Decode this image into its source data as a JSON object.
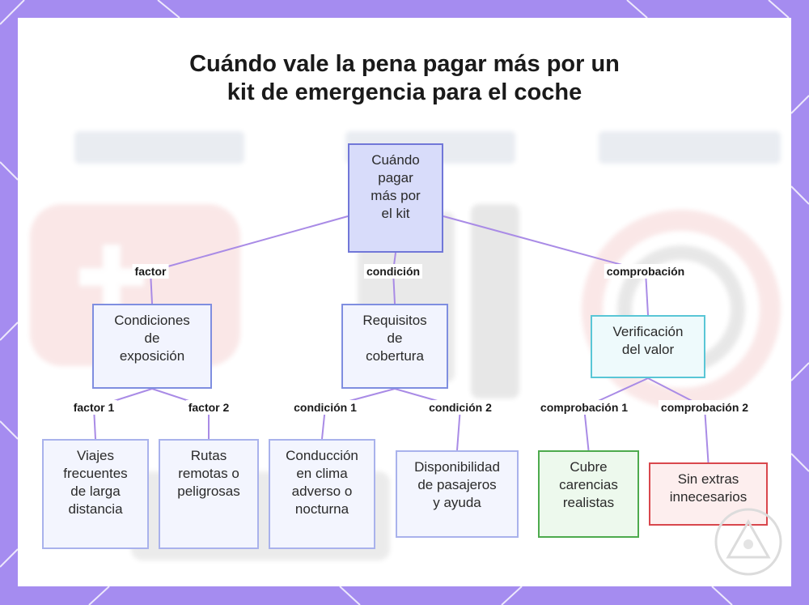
{
  "title": {
    "line1": "Cuándo vale la pena pagar más por un",
    "line2": "kit de emergencia para el coche"
  },
  "colors": {
    "frame": "#a58cf0",
    "edge": "#a98be6",
    "node_root_fill": "#d8dcfa",
    "node_root_border": "#7177d8",
    "node_mid_fill": "#f2f4fe",
    "node_mid_border": "#7f8ee0",
    "node_leaf_fill": "#f3f5fe",
    "node_leaf_border": "#a9b2ec",
    "node_teal_fill": "#eefafc",
    "node_teal_border": "#59c6d6",
    "node_green_fill": "#edf9ed",
    "node_green_border": "#4daa4d",
    "node_red_fill": "#fdeeee",
    "node_red_border": "#d9474d"
  },
  "diagram": {
    "root": {
      "lines": [
        "Cuándo",
        "pagar",
        "más por",
        "el kit"
      ]
    },
    "branches": [
      {
        "edge_label": "factor",
        "node": {
          "lines": [
            "Condiciones",
            "de",
            "exposición"
          ]
        },
        "children": [
          {
            "edge_label": "factor 1",
            "node": {
              "lines": [
                "Viajes",
                "frecuentes",
                "de larga",
                "distancia"
              ]
            }
          },
          {
            "edge_label": "factor 2",
            "node": {
              "lines": [
                "Rutas",
                "remotas o",
                "peligrosas"
              ]
            }
          }
        ]
      },
      {
        "edge_label": "condición",
        "node": {
          "lines": [
            "Requisitos",
            "de",
            "cobertura"
          ]
        },
        "children": [
          {
            "edge_label": "condición 1",
            "node": {
              "lines": [
                "Conducción",
                "en clima",
                "adverso o",
                "nocturna"
              ]
            }
          },
          {
            "edge_label": "condición 2",
            "node": {
              "lines": [
                "Disponibilidad",
                "de pasajeros",
                "y ayuda"
              ]
            }
          }
        ]
      },
      {
        "edge_label": "comprobación",
        "node": {
          "lines": [
            "Verificación",
            "del valor"
          ]
        },
        "children": [
          {
            "edge_label": "comprobación 1",
            "node": {
              "lines": [
                "Cubre",
                "carencias",
                "realistas"
              ]
            }
          },
          {
            "edge_label": "comprobación 2",
            "node": {
              "lines": [
                "Sin extras",
                "innecesarios"
              ]
            }
          }
        ]
      }
    ]
  }
}
